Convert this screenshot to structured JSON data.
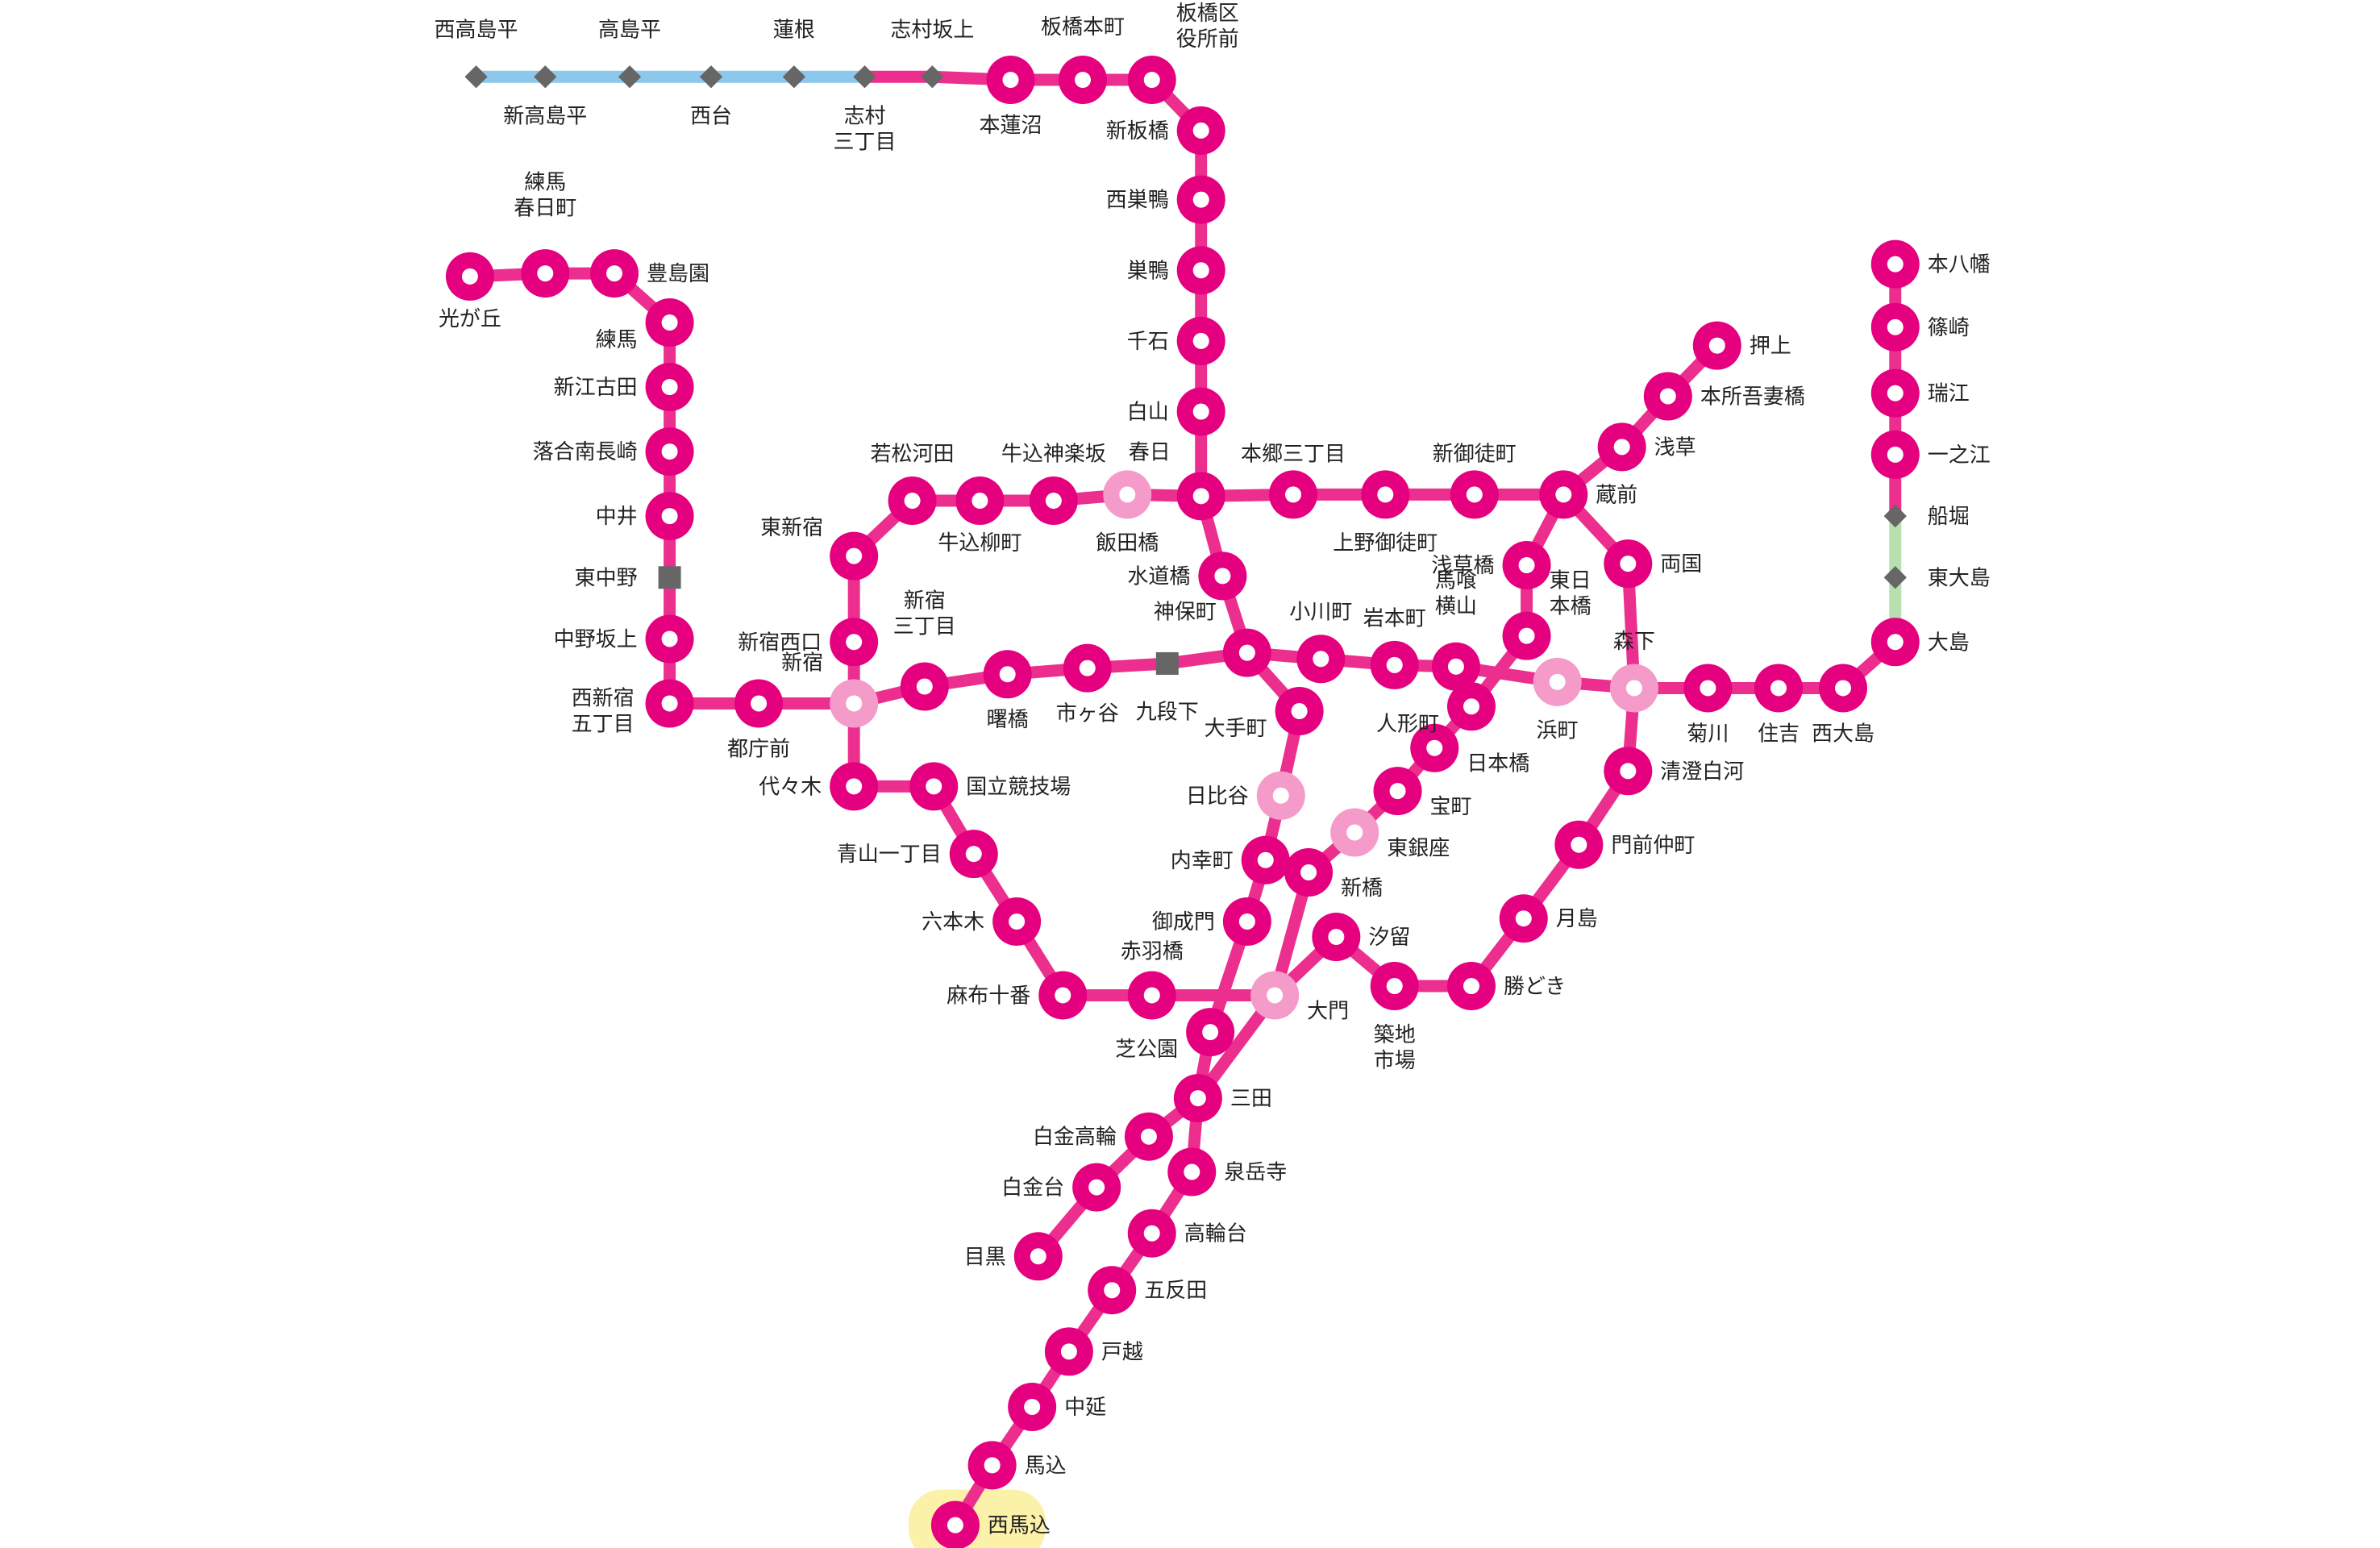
{
  "colors": {
    "line": "#ec2f8f",
    "station_ring": "#e4007f",
    "transfer_ring": "#f59bc9",
    "other_line_blue": "#8cc7ec",
    "other_line_green": "#b8dfae",
    "minor_stop": "#666666",
    "highlight": "#fbf1a8"
  },
  "highlighted_station": "西馬込",
  "stations": [
    {
      "id": "nishitakashimadaira",
      "name": "西高島平",
      "kind": "minor"
    },
    {
      "id": "shintakashimadaira",
      "name": "新高島平",
      "kind": "minor"
    },
    {
      "id": "takashimadaira",
      "name": "高島平",
      "kind": "minor"
    },
    {
      "id": "nishidai",
      "name": "西台",
      "kind": "minor"
    },
    {
      "id": "hasune",
      "name": "蓮根",
      "kind": "minor"
    },
    {
      "id": "shimura3",
      "name": "志村\n三丁目",
      "kind": "minor"
    },
    {
      "id": "shimurasakaue",
      "name": "志村坂上",
      "kind": "minor"
    },
    {
      "id": "motohasunuma",
      "name": "本蓮沼",
      "kind": "station"
    },
    {
      "id": "itabashihoncho",
      "name": "板橋本町",
      "kind": "station"
    },
    {
      "id": "itabashikuyakushomae",
      "name": "板橋区\n役所前",
      "kind": "station"
    },
    {
      "id": "shinitabashi",
      "name": "新板橋",
      "kind": "station"
    },
    {
      "id": "nishisugamo",
      "name": "西巣鴨",
      "kind": "station"
    },
    {
      "id": "sugamo",
      "name": "巣鴨",
      "kind": "station"
    },
    {
      "id": "sengoku",
      "name": "千石",
      "kind": "station"
    },
    {
      "id": "hakusan",
      "name": "白山",
      "kind": "station"
    },
    {
      "id": "kasuga",
      "name": "春日",
      "kind": "station"
    },
    {
      "id": "suidobashi",
      "name": "水道橋",
      "kind": "station"
    },
    {
      "id": "jimbocho",
      "name": "神保町",
      "kind": "station"
    },
    {
      "id": "otemachi",
      "name": "大手町",
      "kind": "station"
    },
    {
      "id": "hibiya",
      "name": "日比谷",
      "kind": "transfer"
    },
    {
      "id": "uchisaiwaicho",
      "name": "内幸町",
      "kind": "station"
    },
    {
      "id": "onarimon",
      "name": "御成門",
      "kind": "station"
    },
    {
      "id": "shibakoen",
      "name": "芝公園",
      "kind": "station"
    },
    {
      "id": "mita",
      "name": "三田",
      "kind": "station"
    },
    {
      "id": "shirokanetakanawa",
      "name": "白金高輪",
      "kind": "station"
    },
    {
      "id": "shirokanedai",
      "name": "白金台",
      "kind": "station"
    },
    {
      "id": "meguro",
      "name": "目黒",
      "kind": "station"
    },
    {
      "id": "hikarigaoka",
      "name": "光が丘",
      "kind": "station"
    },
    {
      "id": "nerimakasugacho",
      "name": "練馬\n春日町",
      "kind": "station"
    },
    {
      "id": "toshimaen",
      "name": "豊島園",
      "kind": "station"
    },
    {
      "id": "nerima",
      "name": "練馬",
      "kind": "station"
    },
    {
      "id": "shinegota",
      "name": "新江古田",
      "kind": "station"
    },
    {
      "id": "ochiaiminaminagasaki",
      "name": "落合南長崎",
      "kind": "station"
    },
    {
      "id": "nakai",
      "name": "中井",
      "kind": "station"
    },
    {
      "id": "higashinakano",
      "name": "東中野",
      "kind": "minor"
    },
    {
      "id": "nakanosakaue",
      "name": "中野坂上",
      "kind": "station"
    },
    {
      "id": "nishishinjuku5",
      "name": "西新宿\n五丁目",
      "kind": "station"
    },
    {
      "id": "tochomae",
      "name": "都庁前",
      "kind": "station"
    },
    {
      "id": "shinjuku",
      "name": "新宿",
      "kind": "transfer"
    },
    {
      "id": "shinjukunishiguchi",
      "name": "新宿西口",
      "kind": "station"
    },
    {
      "id": "higashishinjuku",
      "name": "東新宿",
      "kind": "station"
    },
    {
      "id": "wakamatsukawada",
      "name": "若松河田",
      "kind": "station"
    },
    {
      "id": "ushigomeyanagicho",
      "name": "牛込柳町",
      "kind": "station"
    },
    {
      "id": "ushigomekagurazaka",
      "name": "牛込神楽坂",
      "kind": "station"
    },
    {
      "id": "iidabashi",
      "name": "飯田橋",
      "kind": "transfer"
    },
    {
      "id": "hongosanchome",
      "name": "本郷三丁目",
      "kind": "station"
    },
    {
      "id": "uenookachimachi",
      "name": "上野御徒町",
      "kind": "station"
    },
    {
      "id": "shinokachimachi",
      "name": "新御徒町",
      "kind": "station"
    },
    {
      "id": "kuramae",
      "name": "蔵前",
      "kind": "station"
    },
    {
      "id": "asakusa",
      "name": "浅草",
      "kind": "station"
    },
    {
      "id": "honjoazumabashi",
      "name": "本所吾妻橋",
      "kind": "station"
    },
    {
      "id": "oshiage",
      "name": "押上",
      "kind": "station"
    },
    {
      "id": "ryogoku",
      "name": "両国",
      "kind": "station"
    },
    {
      "id": "asakusabashi",
      "name": "浅草橋",
      "kind": "station"
    },
    {
      "id": "higashinihombashi",
      "name": "東日\n本橋",
      "kind": "station"
    },
    {
      "id": "bakuroyokoyama",
      "name": "馬喰\n横山",
      "kind": "station"
    },
    {
      "id": "ningyocho",
      "name": "人形町",
      "kind": "station"
    },
    {
      "id": "nihombashi",
      "name": "日本橋",
      "kind": "station"
    },
    {
      "id": "takaracho",
      "name": "宝町",
      "kind": "station"
    },
    {
      "id": "higashiginza",
      "name": "東銀座",
      "kind": "transfer"
    },
    {
      "id": "shimbashi",
      "name": "新橋",
      "kind": "station"
    },
    {
      "id": "daimon",
      "name": "大門",
      "kind": "transfer"
    },
    {
      "id": "sengakuji",
      "name": "泉岳寺",
      "kind": "station"
    },
    {
      "id": "takanawadai",
      "name": "高輪台",
      "kind": "station"
    },
    {
      "id": "gotanda",
      "name": "五反田",
      "kind": "station"
    },
    {
      "id": "togoshi",
      "name": "戸越",
      "kind": "station"
    },
    {
      "id": "nakanobu",
      "name": "中延",
      "kind": "station"
    },
    {
      "id": "magome",
      "name": "馬込",
      "kind": "station"
    },
    {
      "id": "nishimagome",
      "name": "西馬込",
      "kind": "station"
    },
    {
      "id": "shinjukusanchome",
      "name": "新宿\n三丁目",
      "kind": "station"
    },
    {
      "id": "akebonobashi",
      "name": "曙橋",
      "kind": "station"
    },
    {
      "id": "ichigaya",
      "name": "市ヶ谷",
      "kind": "station"
    },
    {
      "id": "kudanshita",
      "name": "九段下",
      "kind": "minor"
    },
    {
      "id": "ogawamachi",
      "name": "小川町",
      "kind": "station"
    },
    {
      "id": "iwamotocho",
      "name": "岩本町",
      "kind": "station"
    },
    {
      "id": "hamacho",
      "name": "浜町",
      "kind": "transfer"
    },
    {
      "id": "morishita",
      "name": "森下",
      "kind": "transfer"
    },
    {
      "id": "kikukawa",
      "name": "菊川",
      "kind": "station"
    },
    {
      "id": "sumiyoshi",
      "name": "住吉",
      "kind": "station"
    },
    {
      "id": "nishiojima",
      "name": "西大島",
      "kind": "station"
    },
    {
      "id": "ojima",
      "name": "大島",
      "kind": "station"
    },
    {
      "id": "higashiojima",
      "name": "東大島",
      "kind": "minor"
    },
    {
      "id": "funabori",
      "name": "船堀",
      "kind": "minor"
    },
    {
      "id": "ichinoe",
      "name": "一之江",
      "kind": "station"
    },
    {
      "id": "mizue",
      "name": "瑞江",
      "kind": "station"
    },
    {
      "id": "shinozaki",
      "name": "篠崎",
      "kind": "station"
    },
    {
      "id": "motoyawata",
      "name": "本八幡",
      "kind": "station"
    },
    {
      "id": "yoyogi",
      "name": "代々木",
      "kind": "station"
    },
    {
      "id": "kokuritsukyogijo",
      "name": "国立競技場",
      "kind": "station"
    },
    {
      "id": "aoyamaitchome",
      "name": "青山一丁目",
      "kind": "station"
    },
    {
      "id": "roppongi",
      "name": "六本木",
      "kind": "station"
    },
    {
      "id": "azabujuban",
      "name": "麻布十番",
      "kind": "station"
    },
    {
      "id": "akabanebashi",
      "name": "赤羽橋",
      "kind": "station"
    },
    {
      "id": "kiyosumishirakawa",
      "name": "清澄白河",
      "kind": "station"
    },
    {
      "id": "monzennakacho",
      "name": "門前仲町",
      "kind": "station"
    },
    {
      "id": "tsukishima",
      "name": "月島",
      "kind": "station"
    },
    {
      "id": "kachidoki",
      "name": "勝どき",
      "kind": "station"
    },
    {
      "id": "tsukijishijo",
      "name": "築地\n市場",
      "kind": "station"
    },
    {
      "id": "shiodome",
      "name": "汐留",
      "kind": "station"
    }
  ]
}
